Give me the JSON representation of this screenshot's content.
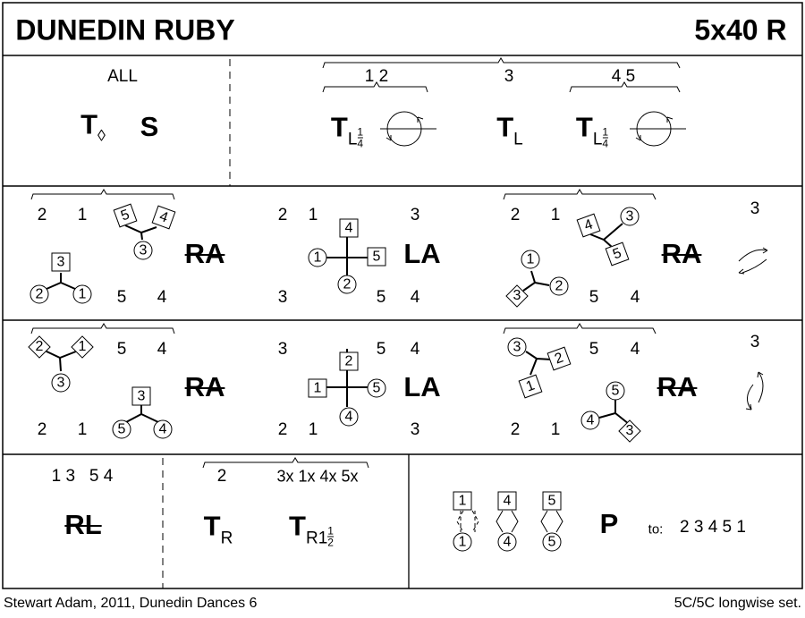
{
  "title": "DUNEDIN RUBY",
  "format": "5x40 R",
  "row1": {
    "all": "ALL",
    "t": "T",
    "s": "S",
    "g12": "1 2",
    "g3": "3",
    "g45": "4 5",
    "tl": "T",
    "l": "L",
    "one": "1",
    "four": "4"
  },
  "row2": {
    "p1": {
      "a": "2",
      "b": "1",
      "c": "5",
      "d": "4",
      "s5": "5",
      "s4": "4",
      "c3": "3",
      "s3": "3",
      "c2": "2",
      "c1": "1",
      "label": "RA"
    },
    "p2": {
      "a": "2",
      "b": "1",
      "c": "3",
      "d": "3",
      "e": "5",
      "f": "4",
      "s4": "4",
      "c1": "1",
      "s5": "5",
      "c2": "2",
      "label": "LA"
    },
    "p3": {
      "a": "2",
      "b": "1",
      "c": "5",
      "d": "4",
      "s4": "4",
      "c3": "3",
      "s5": "5",
      "c1": "1",
      "dm3": "3",
      "c2": "2",
      "label": "RA",
      "side": "3"
    }
  },
  "row3": {
    "p1": {
      "s2": "2",
      "s1": "1",
      "c3": "3",
      "a": "5",
      "b": "4",
      "s3": "3",
      "c5": "5",
      "c4": "4",
      "c": "2",
      "d": "1",
      "label": "RA"
    },
    "p2": {
      "a": "3",
      "b": "5",
      "c": "4",
      "s2": "2",
      "s1": "1",
      "c5": "5",
      "c4": "4",
      "d": "2",
      "e": "1",
      "f": "3",
      "label": "LA"
    },
    "p3": {
      "c3": "3",
      "s2": "2",
      "s1": "1",
      "a": "5",
      "b": "4",
      "c5": "5",
      "c4": "4",
      "dm3": "3",
      "c": "2",
      "d": "1",
      "label": "RA",
      "side": "3"
    }
  },
  "row4": {
    "g1": "1 3   5 4",
    "rl": "RL",
    "g2": "2",
    "g3": "3x 1x 4x 5x",
    "tr": "T",
    "r": "R",
    "r1": "R1",
    "one": "1",
    "two": "2",
    "pairs": [
      "1",
      "4",
      "5"
    ],
    "p": "P",
    "to": "to:",
    "order": "2 3 4 5 1"
  },
  "footer": {
    "left": "Stewart Adam, 2011, Dunedin Dances 6",
    "right": "5C/5C longwise set."
  }
}
